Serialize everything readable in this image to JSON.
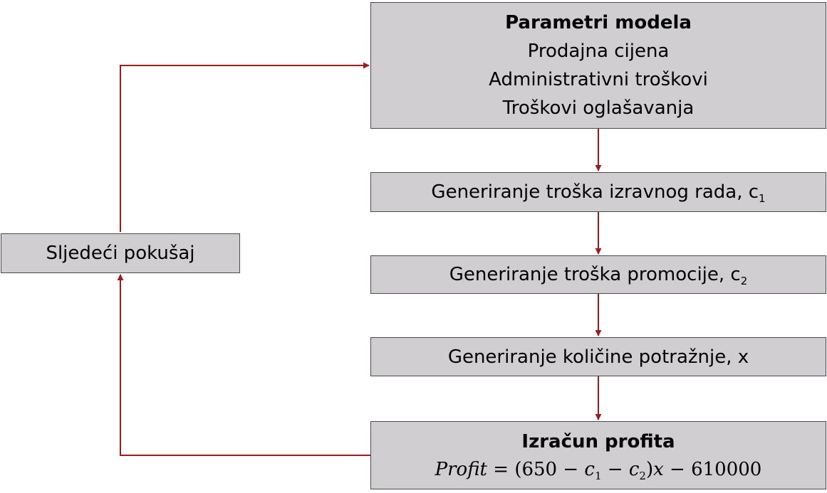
{
  "colors": {
    "box_fill": "#d0ced0",
    "box_border": "#4a4a4a",
    "arrow": "#9b1b1f"
  },
  "params_box": {
    "title": "Parametri modela",
    "lines": [
      "Prodajna cijena",
      "Administrativni troškovi",
      "Troškovi oglašavanja"
    ]
  },
  "step_labor": {
    "text": "Generiranje troška izravnog rada, c",
    "sub": "1"
  },
  "step_promo": {
    "text": "Generiranje troška promocije, c",
    "sub": "2"
  },
  "step_demand": {
    "text": "Generiranje količine potražnje, x"
  },
  "profit_box": {
    "title": "Izračun profita",
    "formula": {
      "lhs": "Profit",
      "eq": " = (650 − ",
      "c": "c",
      "sub1": "1",
      "minus": " − ",
      "sub2": "2",
      "close": ")",
      "x": "x",
      "tail": " − 610000"
    }
  },
  "next_trial": {
    "text": "Sljedeći pokušaj"
  }
}
